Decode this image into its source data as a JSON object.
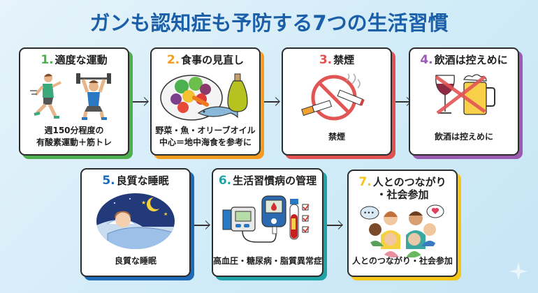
{
  "title": "ガンも認知症も予防する7つの生活習慣",
  "colors": {
    "title": "#1a5fa8",
    "card1": "#4caf50",
    "card2": "#f39c1f",
    "card3": "#e05252",
    "card4": "#9a5bb0",
    "card5": "#1e6ab8",
    "card6": "#1fa3a6",
    "card7": "#f5c518"
  },
  "cards": [
    {
      "num": "1.",
      "heading": "適度な運動",
      "desc_line1": "週150分程度の",
      "desc_line2": "有酸素運動＋筋トレ",
      "icon": "running-and-weightlifting-icon"
    },
    {
      "num": "2.",
      "heading": "食事の見直し",
      "desc_line1": "野菜・魚・オリーブオイル",
      "desc_line2": "中心＝地中海食を参考に",
      "icon": "vegetables-fish-olive-oil-icon"
    },
    {
      "num": "3.",
      "heading": "禁煙",
      "desc_line1": "禁煙",
      "desc_line2": "",
      "icon": "no-smoking-icon"
    },
    {
      "num": "4.",
      "heading": "飲酒は控えめに",
      "desc_line1": "飲酒は控えめに",
      "desc_line2": "",
      "icon": "no-alcohol-icon"
    },
    {
      "num": "5.",
      "heading": "良質な睡眠",
      "desc_line1": "良質な睡眠",
      "desc_line2": "",
      "icon": "sleeping-person-icon"
    },
    {
      "num": "6.",
      "heading": "生活習慣病の管理",
      "desc_line1": "高血圧・糖尿病・脂質異常症",
      "desc_line2": "",
      "icon": "health-monitor-icon"
    },
    {
      "num": "7.",
      "heading": "人とのつながり",
      "heading_line2": "・社会参加",
      "desc_line1": "人とのつながり・社会参加",
      "desc_line2": "",
      "icon": "social-group-icon"
    }
  ]
}
